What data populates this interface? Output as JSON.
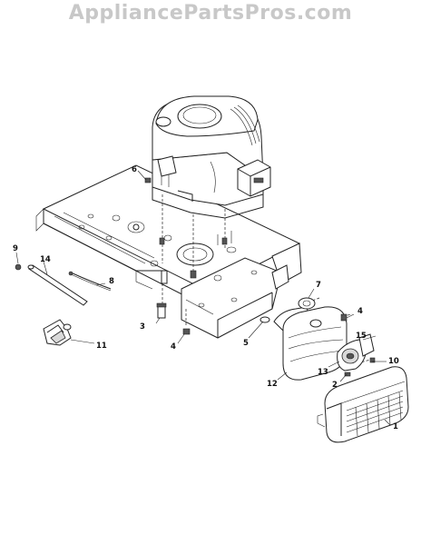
{
  "watermark": "AppliancePartsPros.com",
  "callouts": [
    {
      "id": "c1",
      "label": "1"
    },
    {
      "id": "c2",
      "label": "2"
    },
    {
      "id": "c3",
      "label": "3"
    },
    {
      "id": "c4a",
      "label": "4"
    },
    {
      "id": "c4b",
      "label": "4"
    },
    {
      "id": "c5",
      "label": "5"
    },
    {
      "id": "c6",
      "label": "6"
    },
    {
      "id": "c7",
      "label": "7"
    },
    {
      "id": "c8",
      "label": "8"
    },
    {
      "id": "c9",
      "label": "9"
    },
    {
      "id": "c10",
      "label": "10"
    },
    {
      "id": "c11",
      "label": "11"
    },
    {
      "id": "c12",
      "label": "12"
    },
    {
      "id": "c13",
      "label": "13"
    },
    {
      "id": "c14",
      "label": "14"
    },
    {
      "id": "c15",
      "label": "15"
    }
  ]
}
